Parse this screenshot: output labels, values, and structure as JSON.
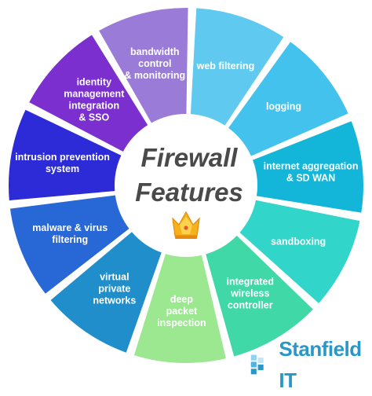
{
  "diagram": {
    "center": {
      "line1": "Firewall",
      "line2": "Features",
      "icon": "crown-icon"
    },
    "segments": [
      {
        "lines": [
          "web filtering"
        ],
        "color": "#5fc9ef"
      },
      {
        "lines": [
          "logging"
        ],
        "color": "#43c2ee"
      },
      {
        "lines": [
          "internet aggregation",
          "& SD WAN"
        ],
        "color": "#13b6d8"
      },
      {
        "lines": [
          "sandboxing"
        ],
        "color": "#31d5c9"
      },
      {
        "lines": [
          "integrated",
          "wireless",
          "controller"
        ],
        "color": "#40d8a6"
      },
      {
        "lines": [
          "deep",
          "packet",
          "inspection"
        ],
        "color": "#9be890"
      },
      {
        "lines": [
          "virtual",
          "private",
          "networks"
        ],
        "color": "#1f8ecb"
      },
      {
        "lines": [
          "malware & virus",
          "filtering"
        ],
        "color": "#2867d6"
      },
      {
        "lines": [
          "intrusion prevention",
          "system"
        ],
        "color": "#2d2bd8"
      },
      {
        "lines": [
          "identity",
          "management",
          "integration",
          "& SSO"
        ],
        "color": "#7b2fce"
      },
      {
        "lines": [
          "bandwidth",
          "control",
          "& monitoring"
        ],
        "color": "#9a7bd8"
      }
    ]
  },
  "brand": {
    "name": "Stanfield IT",
    "logo": "stanfield-logo-icon"
  }
}
